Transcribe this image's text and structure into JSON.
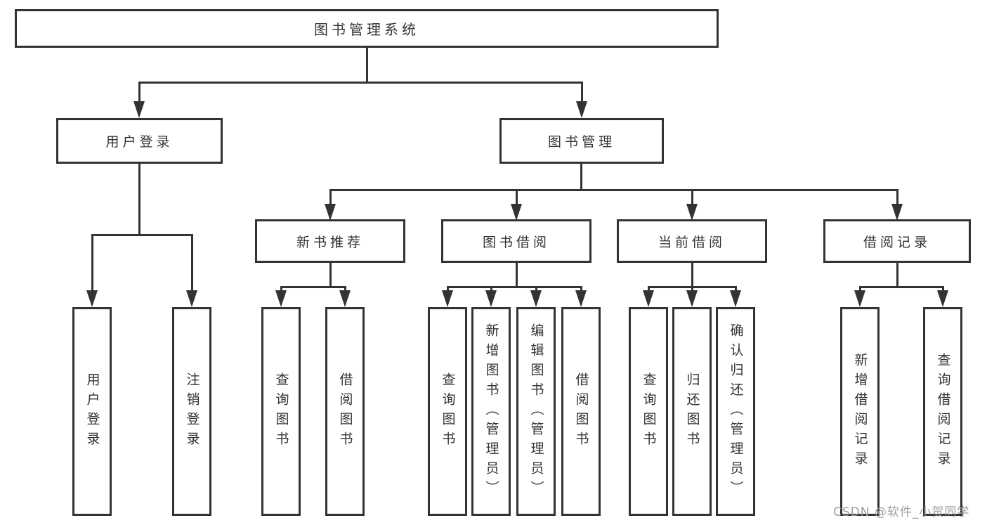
{
  "tree": {
    "root": {
      "label": "图书管理系统",
      "children": [
        {
          "label": "用户登录",
          "children": [
            {
              "label": "用户登录"
            },
            {
              "label": "注销登录"
            }
          ]
        },
        {
          "label": "图书管理",
          "children": [
            {
              "label": "新书推荐",
              "children": [
                {
                  "label": "查询图书"
                },
                {
                  "label": "借阅图书"
                }
              ]
            },
            {
              "label": "图书借阅",
              "children": [
                {
                  "label": "查询图书"
                },
                {
                  "label": "新增图书（管理员）"
                },
                {
                  "label": "编辑图书（管理员）"
                },
                {
                  "label": "借阅图书"
                }
              ]
            },
            {
              "label": "当前借阅",
              "children": [
                {
                  "label": "查询图书"
                },
                {
                  "label": "归还图书"
                },
                {
                  "label": "确认归还（管理员）"
                }
              ]
            },
            {
              "label": "借阅记录",
              "children": [
                {
                  "label": "新增借阅记录"
                },
                {
                  "label": "查询借阅记录"
                }
              ]
            }
          ]
        }
      ]
    }
  },
  "watermark": {
    "text": "CSDN @软件_小贺同学"
  },
  "colors": {
    "line": "#333333",
    "text": "#333333",
    "background": "#ffffff",
    "watermark": "#9e9e9e"
  }
}
